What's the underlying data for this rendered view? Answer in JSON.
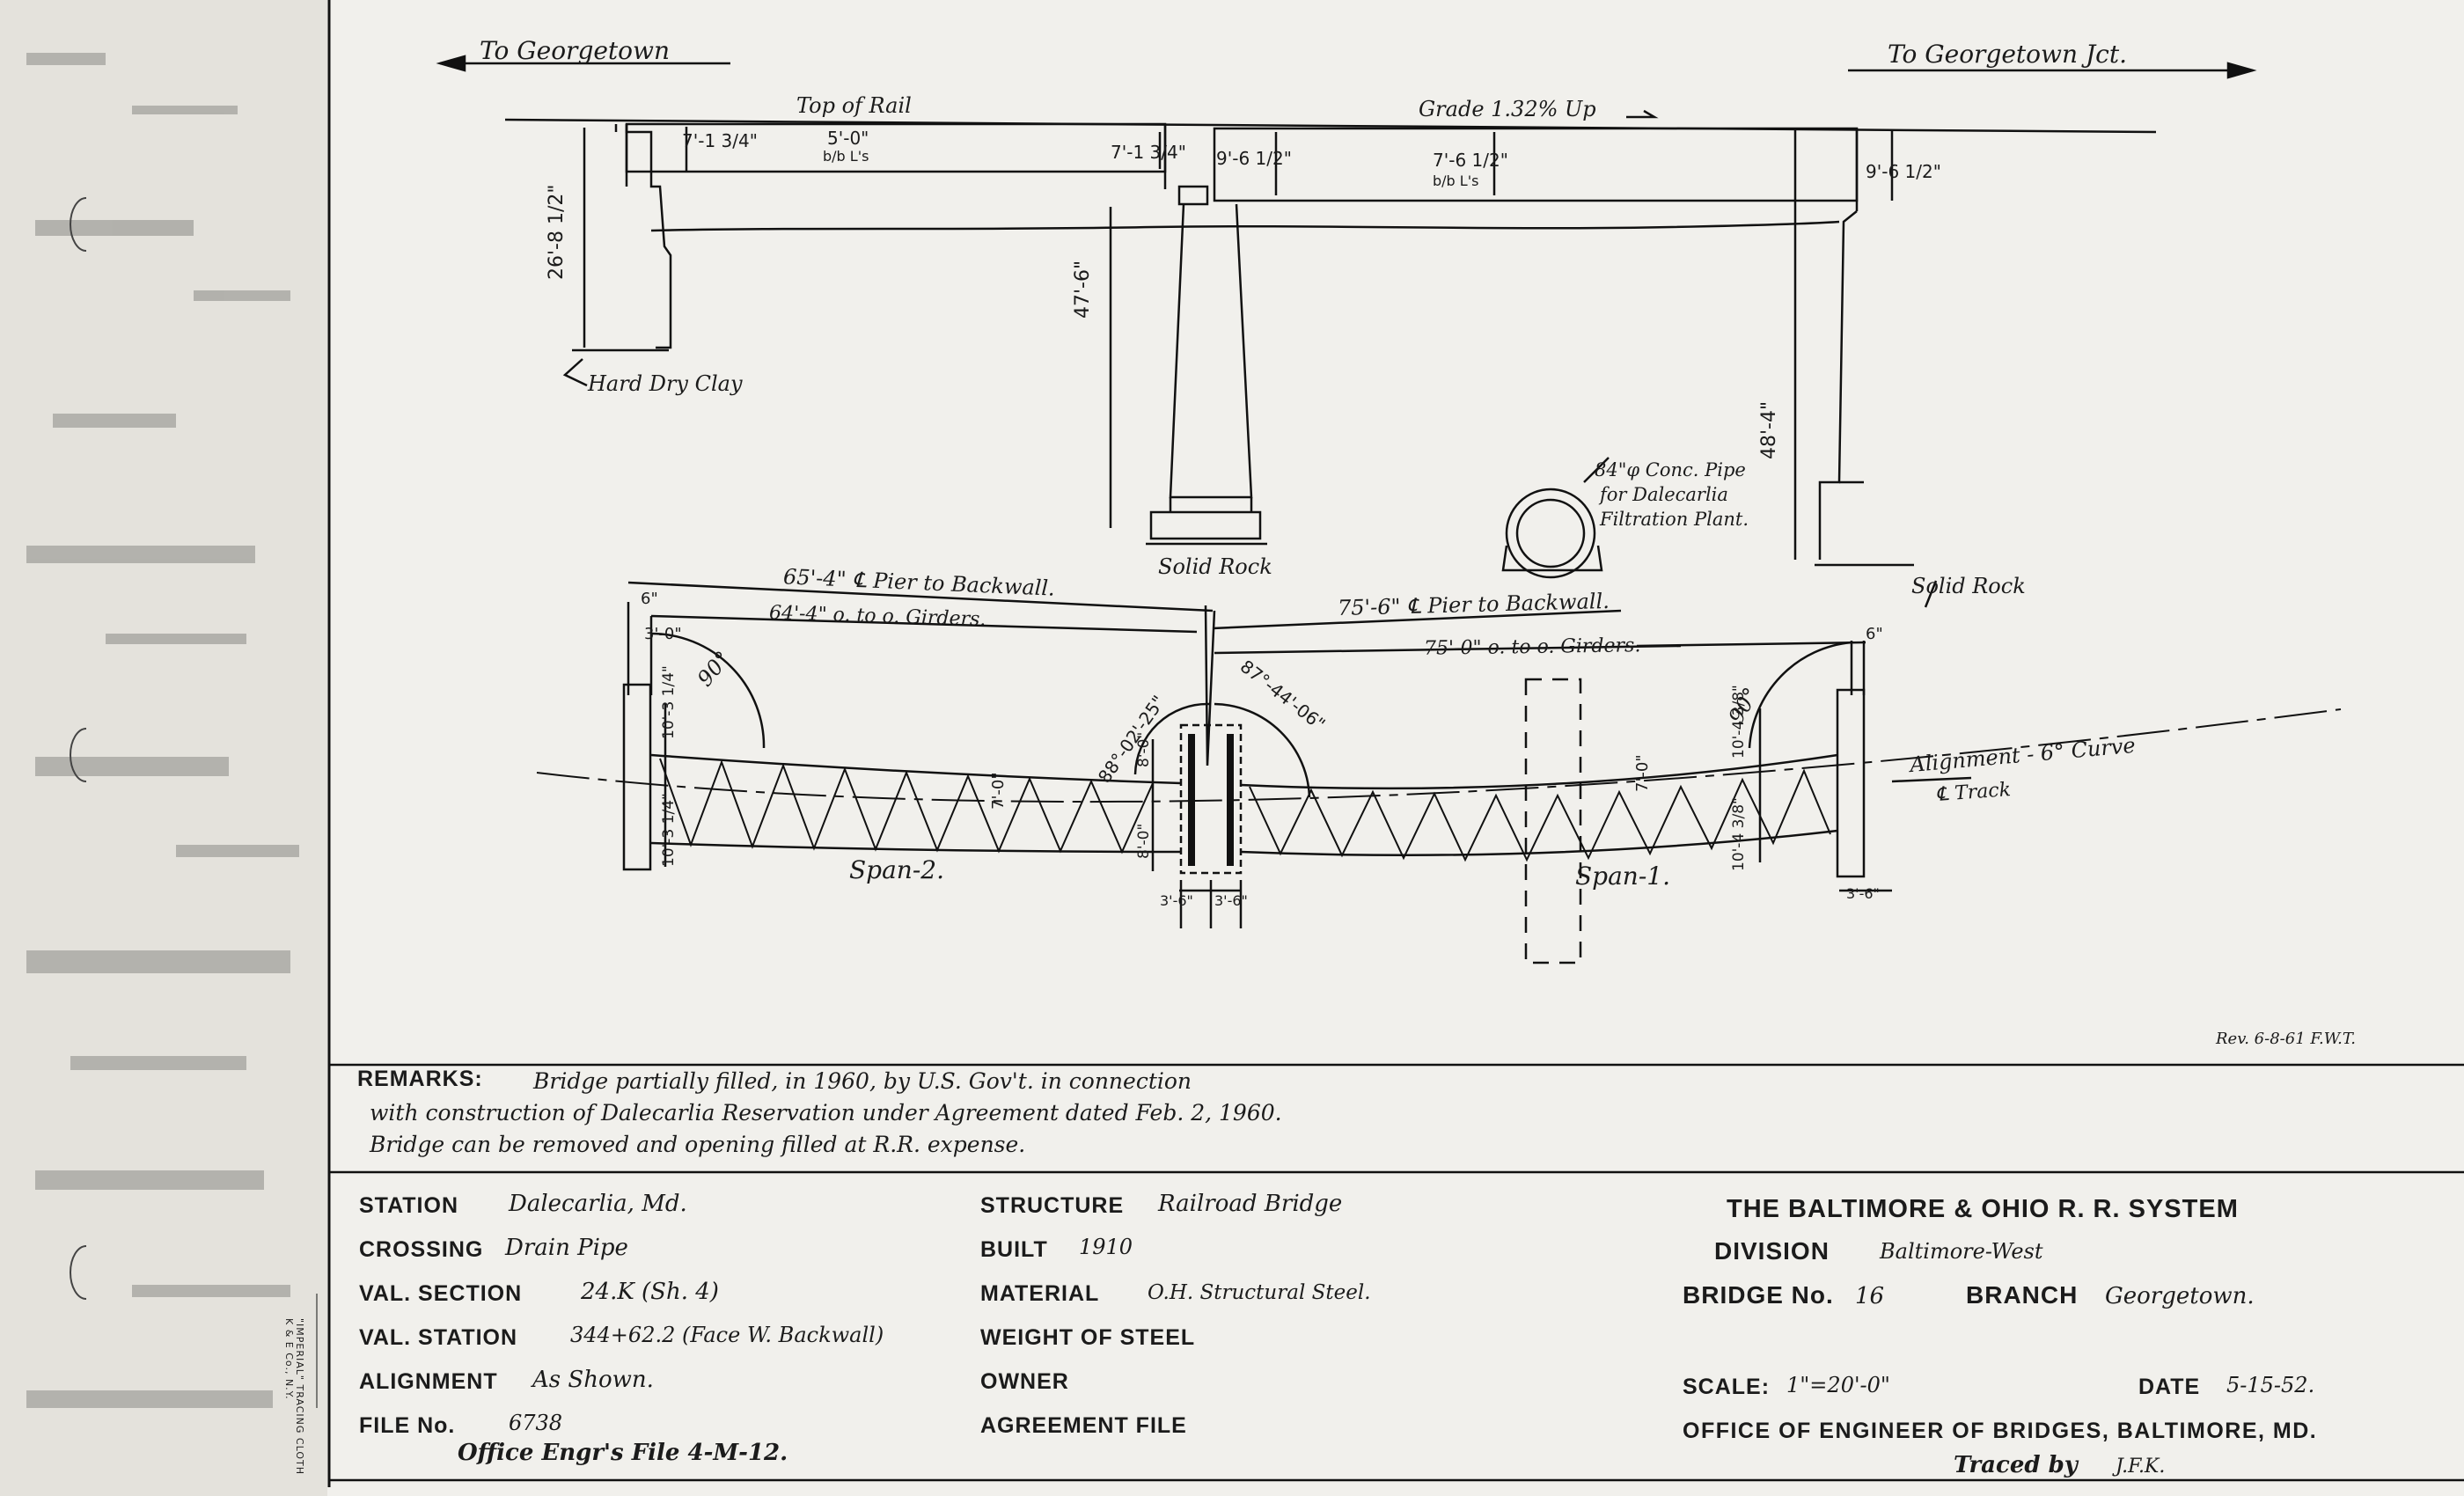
{
  "drawing": {
    "left_direction": "To Georgetown",
    "right_direction": "To Georgetown Jct.",
    "top_of_rail": "Top of Rail",
    "grade": "Grade 1.32% Up",
    "dims": {
      "left_end_height": "7'-1 3/4\"",
      "left_span_depth": "5'-0\"",
      "left_span_depth_note": "b/b L's",
      "pier_left_height": "7'-1 3/4\"",
      "pier_right_height": "9'-6 1/2\"",
      "right_span_depth": "7'-6 1/2\"",
      "right_span_depth_note": "b/b L's",
      "right_end_height": "9'-6 1/2\"",
      "left_abutment_height": "26'-8 1/2\"",
      "pier_height": "47'-6\"",
      "right_abutment_height": "48'-4\""
    },
    "hard_dry_clay": "Hard Dry Clay",
    "solid_rock_pier": "Solid Rock",
    "solid_rock_right": "Solid Rock",
    "pipe_note": [
      "84\"φ Conc. Pipe",
      "for Dalecarlia",
      "Filtration Plant."
    ],
    "plan": {
      "span2_pier_to_backwall": "65'-4\" ℄ Pier to Backwall.",
      "span2_girders": "64'-4\" o. to o. Girders.",
      "span1_pier_to_backwall": "75'-6\" ℄ Pier to Backwall.",
      "span1_girders": "75'-0\" o. to o. Girders.",
      "left_offset": "6\"",
      "left_seat": "3'-0\"",
      "left_angle": "90°",
      "right_offset": "6\"",
      "right_angle": "90°",
      "angle_a": "88°-02'-25\"",
      "angle_b": "87°-44'-06\"",
      "left_top_dim": "10'-3 1/4\"",
      "left_bot_dim": "10'-3 1/4\"",
      "span2_depth": "7'-0\"",
      "pier_dim_top": "8'-0\"",
      "pier_dim_bot": "8'-0\"",
      "pier_width_a": "3'-6\"",
      "pier_width_b": "3'-6\"",
      "span1_depth": "7'-0\"",
      "right_top_dim": "10'-4 3/8\"",
      "right_bot_dim": "10'-4 3/8\"",
      "right_seat": "3'-6\"",
      "span2": "Span-2.",
      "span1": "Span-1.",
      "alignment": "Alignment - 6° Curve",
      "track": "℄ Track",
      "revision": "Rev. 6-8-61 F.W.T."
    }
  },
  "remarks": {
    "label": "REMARKS:",
    "lines": [
      "Bridge partially filled, in 1960, by U.S. Gov't. in connection",
      "with construction of Dalecarlia Reservation under Agreement dated Feb. 2, 1960.",
      "Bridge can be removed and opening filled at R.R. expense."
    ]
  },
  "title_block": {
    "left": [
      {
        "label": "STATION",
        "value": "Dalecarlia, Md."
      },
      {
        "label": "CROSSING",
        "value": "Drain Pipe"
      },
      {
        "label": "VAL. SECTION",
        "value": "24.K (Sh. 4)"
      },
      {
        "label": "VAL. STATION",
        "value": "344+62.2 (Face W. Backwall)"
      },
      {
        "label": "ALIGNMENT",
        "value": "As Shown."
      },
      {
        "label": "FILE No.",
        "value": "6738"
      }
    ],
    "office_file": "Office Engr's File 4-M-12.",
    "middle": [
      {
        "label": "STRUCTURE",
        "value": "Railroad Bridge"
      },
      {
        "label": "BUILT",
        "value": "1910"
      },
      {
        "label": "MATERIAL",
        "value": "O.H. Structural Steel."
      },
      {
        "label": "WEIGHT OF STEEL",
        "value": ""
      },
      {
        "label": "OWNER",
        "value": ""
      },
      {
        "label": "AGREEMENT FILE",
        "value": ""
      }
    ],
    "company": "THE BALTIMORE & OHIO R. R. SYSTEM",
    "division_label": "DIVISION",
    "division_value": "Baltimore-West",
    "bridge_label": "BRIDGE No.",
    "bridge_value": "16",
    "branch_label": "BRANCH",
    "branch_value": "Georgetown.",
    "scale_label": "SCALE:",
    "scale_value": "1\"=20'-0\"",
    "date_label": "DATE",
    "date_value": "5-15-52.",
    "office": "OFFICE OF ENGINEER OF BRIDGES, BALTIMORE, MD.",
    "traced_label": "Traced by",
    "traced_value": "J.F.K.",
    "margin_print": [
      "\"IMPERIAL\" TRACING CLOTH",
      "K & E Co., N.Y."
    ]
  }
}
